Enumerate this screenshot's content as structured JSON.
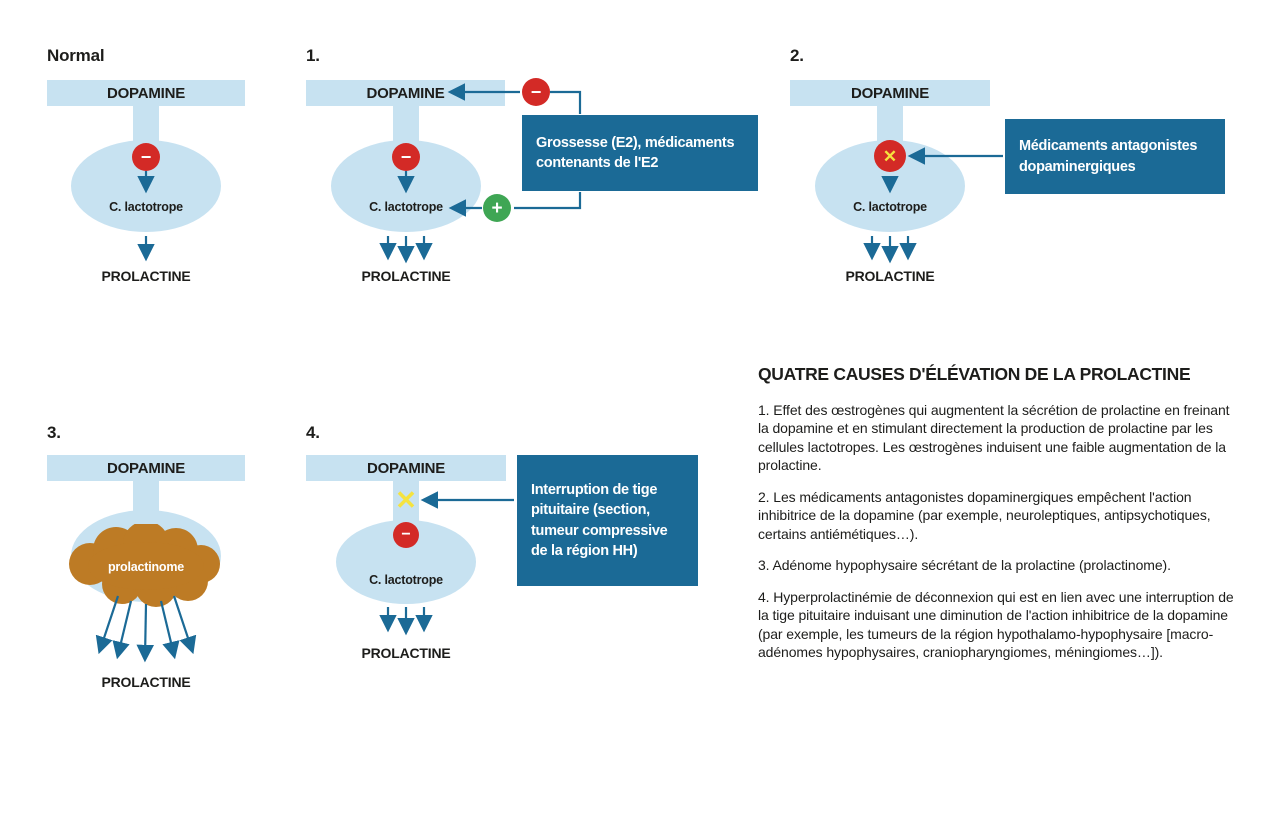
{
  "colors": {
    "light_blue": "#c7e2f1",
    "teal": "#1b6a96",
    "red": "#d32a26",
    "green": "#3fa654",
    "brown": "#bd7b25",
    "yellow": "#f5e33e",
    "text": "#1d1d1b"
  },
  "panels": {
    "normal": {
      "label": "Normal",
      "dopamine": "DOPAMINE",
      "minus": "−",
      "cell": "C. lactotrope",
      "output": "PROLACTINE"
    },
    "one": {
      "label": "1.",
      "dopamine": "DOPAMINE",
      "minus_top": "−",
      "minus_stem": "−",
      "plus": "+",
      "cell": "C. lactotrope",
      "output": "PROLACTINE",
      "box": "Grossesse (E2), médicaments contenants de l'E2"
    },
    "two": {
      "label": "2.",
      "dopamine": "DOPAMINE",
      "block_x": "✕",
      "cell": "C. lactotrope",
      "output": "PROLACTINE",
      "box": "Médicaments antagonistes dopaminergiques"
    },
    "three": {
      "label": "3.",
      "dopamine": "DOPAMINE",
      "tumor": "prolactinome",
      "output": "PROLACTINE"
    },
    "four": {
      "label": "4.",
      "dopamine": "DOPAMINE",
      "block_x": "✕",
      "minus": "−",
      "cell": "C. lactotrope",
      "output": "PROLACTINE",
      "box": "Interruption de tige pituitaire (section, tumeur compressive de la région HH)"
    }
  },
  "explanation": {
    "title": "QUATRE CAUSES D'ÉLÉVATION DE LA PROLACTINE",
    "paragraphs": [
      "1. Effet des œstrogènes qui augmentent la sécrétion de prolactine en freinant la dopamine et en stimulant directement la production de prolactine par les cellules lactotropes. Les œstrogènes induisent une faible augmentation de la prolactine.",
      "2. Les médicaments antagonistes dopaminergiques empêchent l'action inhibitrice de la dopamine (par exemple, neuroleptiques, antipsychotiques, certains antiémétiques…).",
      "3. Adénome hypophysaire sécrétant de la prolactine (prolactinome).",
      "4. Hyperprolactinémie de déconnexion qui est en lien avec une interruption de la tige pituitaire induisant une diminution de l'action inhibitrice de la dopamine (par exemple, les tumeurs de la région hypothalamo-hypophysaire [macro-adénomes hypophysaires, craniopharyngiomes, méningiomes…])."
    ]
  }
}
